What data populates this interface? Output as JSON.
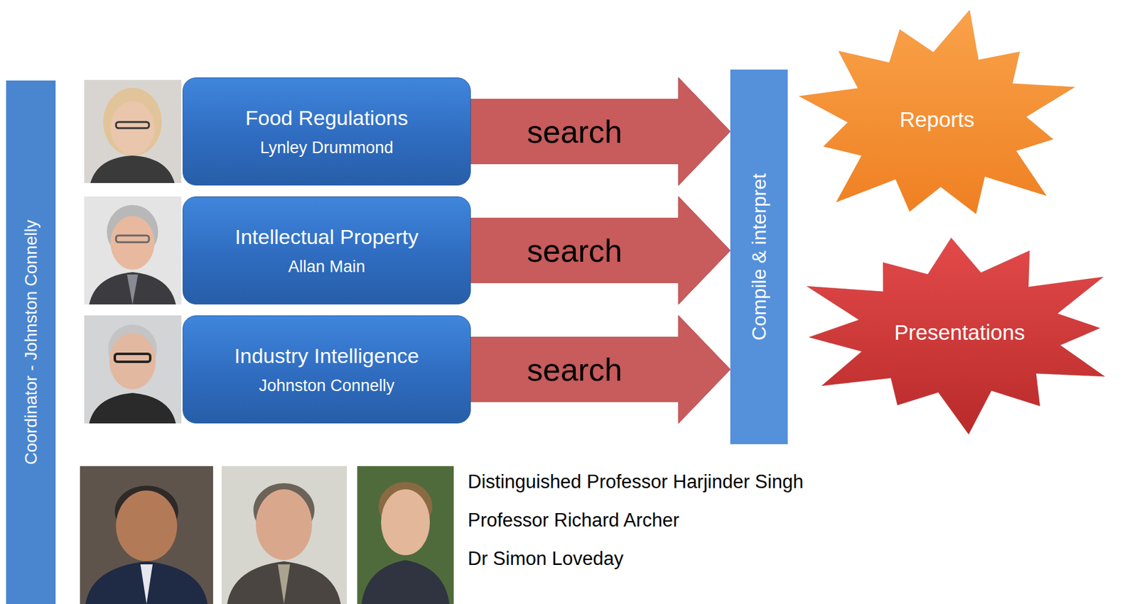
{
  "diagram": {
    "nodes": [
      {
        "text": [
          "Coordinator - Johnston Connelly"
        ]
      },
      {
        "text": [
          "Food Regulations",
          "Lynley Drummond"
        ]
      },
      {
        "text": [
          "Intellectual Property",
          "Allan Main"
        ]
      },
      {
        "text": [
          "Industry Intelligence",
          "Johnston Connelly"
        ]
      },
      {
        "text": [
          "Compile & interpret"
        ]
      },
      {
        "text": [
          "Reports"
        ]
      },
      {
        "text": [
          "Presentations"
        ]
      }
    ],
    "edges": [
      {
        "from": 1,
        "to": 4,
        "label": "search",
        "arrow": "to"
      },
      {
        "from": 2,
        "to": 4,
        "label": "search",
        "arrow": "to"
      },
      {
        "from": 3,
        "to": 4,
        "label": "search",
        "arrow": "to"
      }
    ],
    "labels": [
      "Distinguished Professor Harjinder Singh",
      "Professor Richard Archer",
      "Dr Simon Loveday"
    ]
  }
}
